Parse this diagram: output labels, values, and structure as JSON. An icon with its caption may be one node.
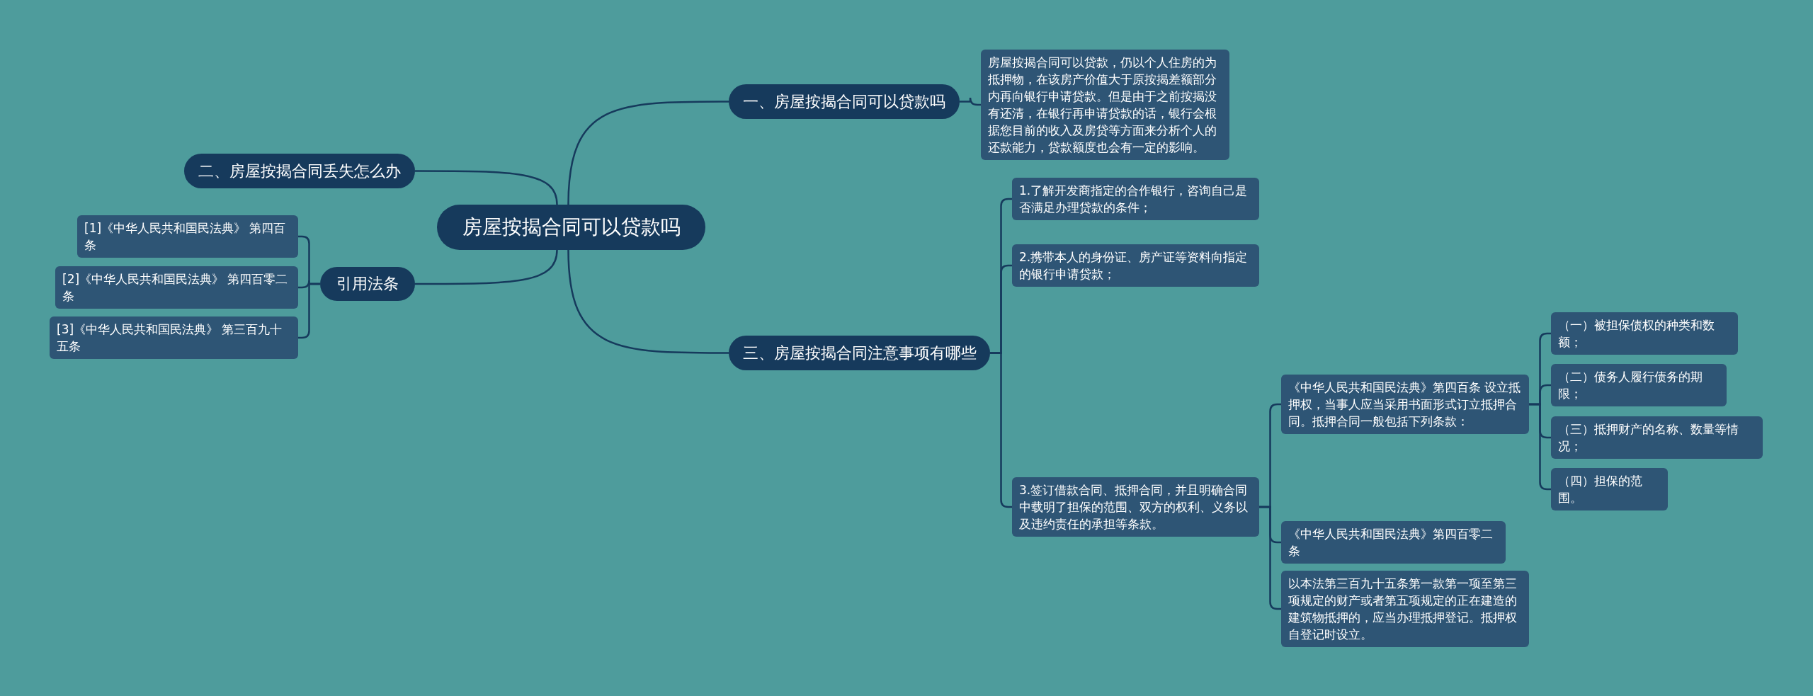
{
  "diagram": {
    "nodes": [
      {
        "text": [
          "房屋按揭合同可以贷款吗"
        ]
      },
      {
        "text": [
          "一、房屋按揭合同可以贷款吗"
        ]
      },
      {
        "text": [
          "房屋按揭合同可以贷款，仍以个人住房的为抵押物，在该房产价值大于原按揭差额部分内再向银行申请贷款。但是由于之前按揭没有还清，在银行再申请贷款的话，银行会根据您目前的收入及房贷等方面来分析个人的还款能力，贷款额度也会有一定的影响。"
        ]
      },
      {
        "text": [
          "二、房屋按揭合同丢失怎么办"
        ]
      },
      {
        "text": [
          "引用法条"
        ]
      },
      {
        "text": [
          "[1]《中华人民共和国民法典》 第四百条"
        ]
      },
      {
        "text": [
          "[2]《中华人民共和国民法典》 第四百零二条"
        ]
      },
      {
        "text": [
          "[3]《中华人民共和国民法典》 第三百九十五条"
        ]
      },
      {
        "text": [
          "三、房屋按揭合同注意事项有哪些"
        ]
      },
      {
        "text": [
          "1.了解开发商指定的合作银行，咨询自己是否满足办理贷款的条件；"
        ]
      },
      {
        "text": [
          "2.携带本人的身份证、房产证等资料向指定的银行申请贷款；"
        ]
      },
      {
        "text": [
          "3.签订借款合同、抵押合同，并且明确合同中载明了担保的范围、双方的权利、义务以及违约责任的承担等条款。"
        ]
      },
      {
        "text": [
          "《中华人民共和国民法典》第四百条 设立抵押权，当事人应当采用书面形式订立抵押合同。抵押合同一般包括下列条款："
        ]
      },
      {
        "text": [
          "（一）被担保债权的种类和数额；"
        ]
      },
      {
        "text": [
          "（二）债务人履行债务的期限；"
        ]
      },
      {
        "text": [
          "（三）抵押财产的名称、数量等情况；"
        ]
      },
      {
        "text": [
          "（四）担保的范围。"
        ]
      },
      {
        "text": [
          "《中华人民共和国民法典》第四百零二条"
        ]
      },
      {
        "text": [
          "以本法第三百九十五条第一款第一项至第三项规定的财产或者第五项规定的正在建造的建筑物抵押的，应当办理抵押登记。抵押权自登记时设立。"
        ]
      }
    ],
    "edges": [
      {
        "from": 0,
        "to": 1,
        "arrow": "none"
      },
      {
        "from": 1,
        "to": 2,
        "arrow": "none"
      },
      {
        "from": 0,
        "to": 3,
        "arrow": "none"
      },
      {
        "from": 0,
        "to": 4,
        "arrow": "none"
      },
      {
        "from": 4,
        "to": 5,
        "arrow": "none"
      },
      {
        "from": 4,
        "to": 6,
        "arrow": "none"
      },
      {
        "from": 4,
        "to": 7,
        "arrow": "none"
      },
      {
        "from": 0,
        "to": 8,
        "arrow": "none"
      },
      {
        "from": 8,
        "to": 9,
        "arrow": "none"
      },
      {
        "from": 8,
        "to": 10,
        "arrow": "none"
      },
      {
        "from": 8,
        "to": 11,
        "arrow": "none"
      },
      {
        "from": 11,
        "to": 12,
        "arrow": "none"
      },
      {
        "from": 11,
        "to": 17,
        "arrow": "none"
      },
      {
        "from": 11,
        "to": 18,
        "arrow": "none"
      },
      {
        "from": 12,
        "to": 13,
        "arrow": "none"
      },
      {
        "from": 12,
        "to": 14,
        "arrow": "none"
      },
      {
        "from": 12,
        "to": 15,
        "arrow": "none"
      },
      {
        "from": 12,
        "to": 16,
        "arrow": "none"
      }
    ]
  }
}
